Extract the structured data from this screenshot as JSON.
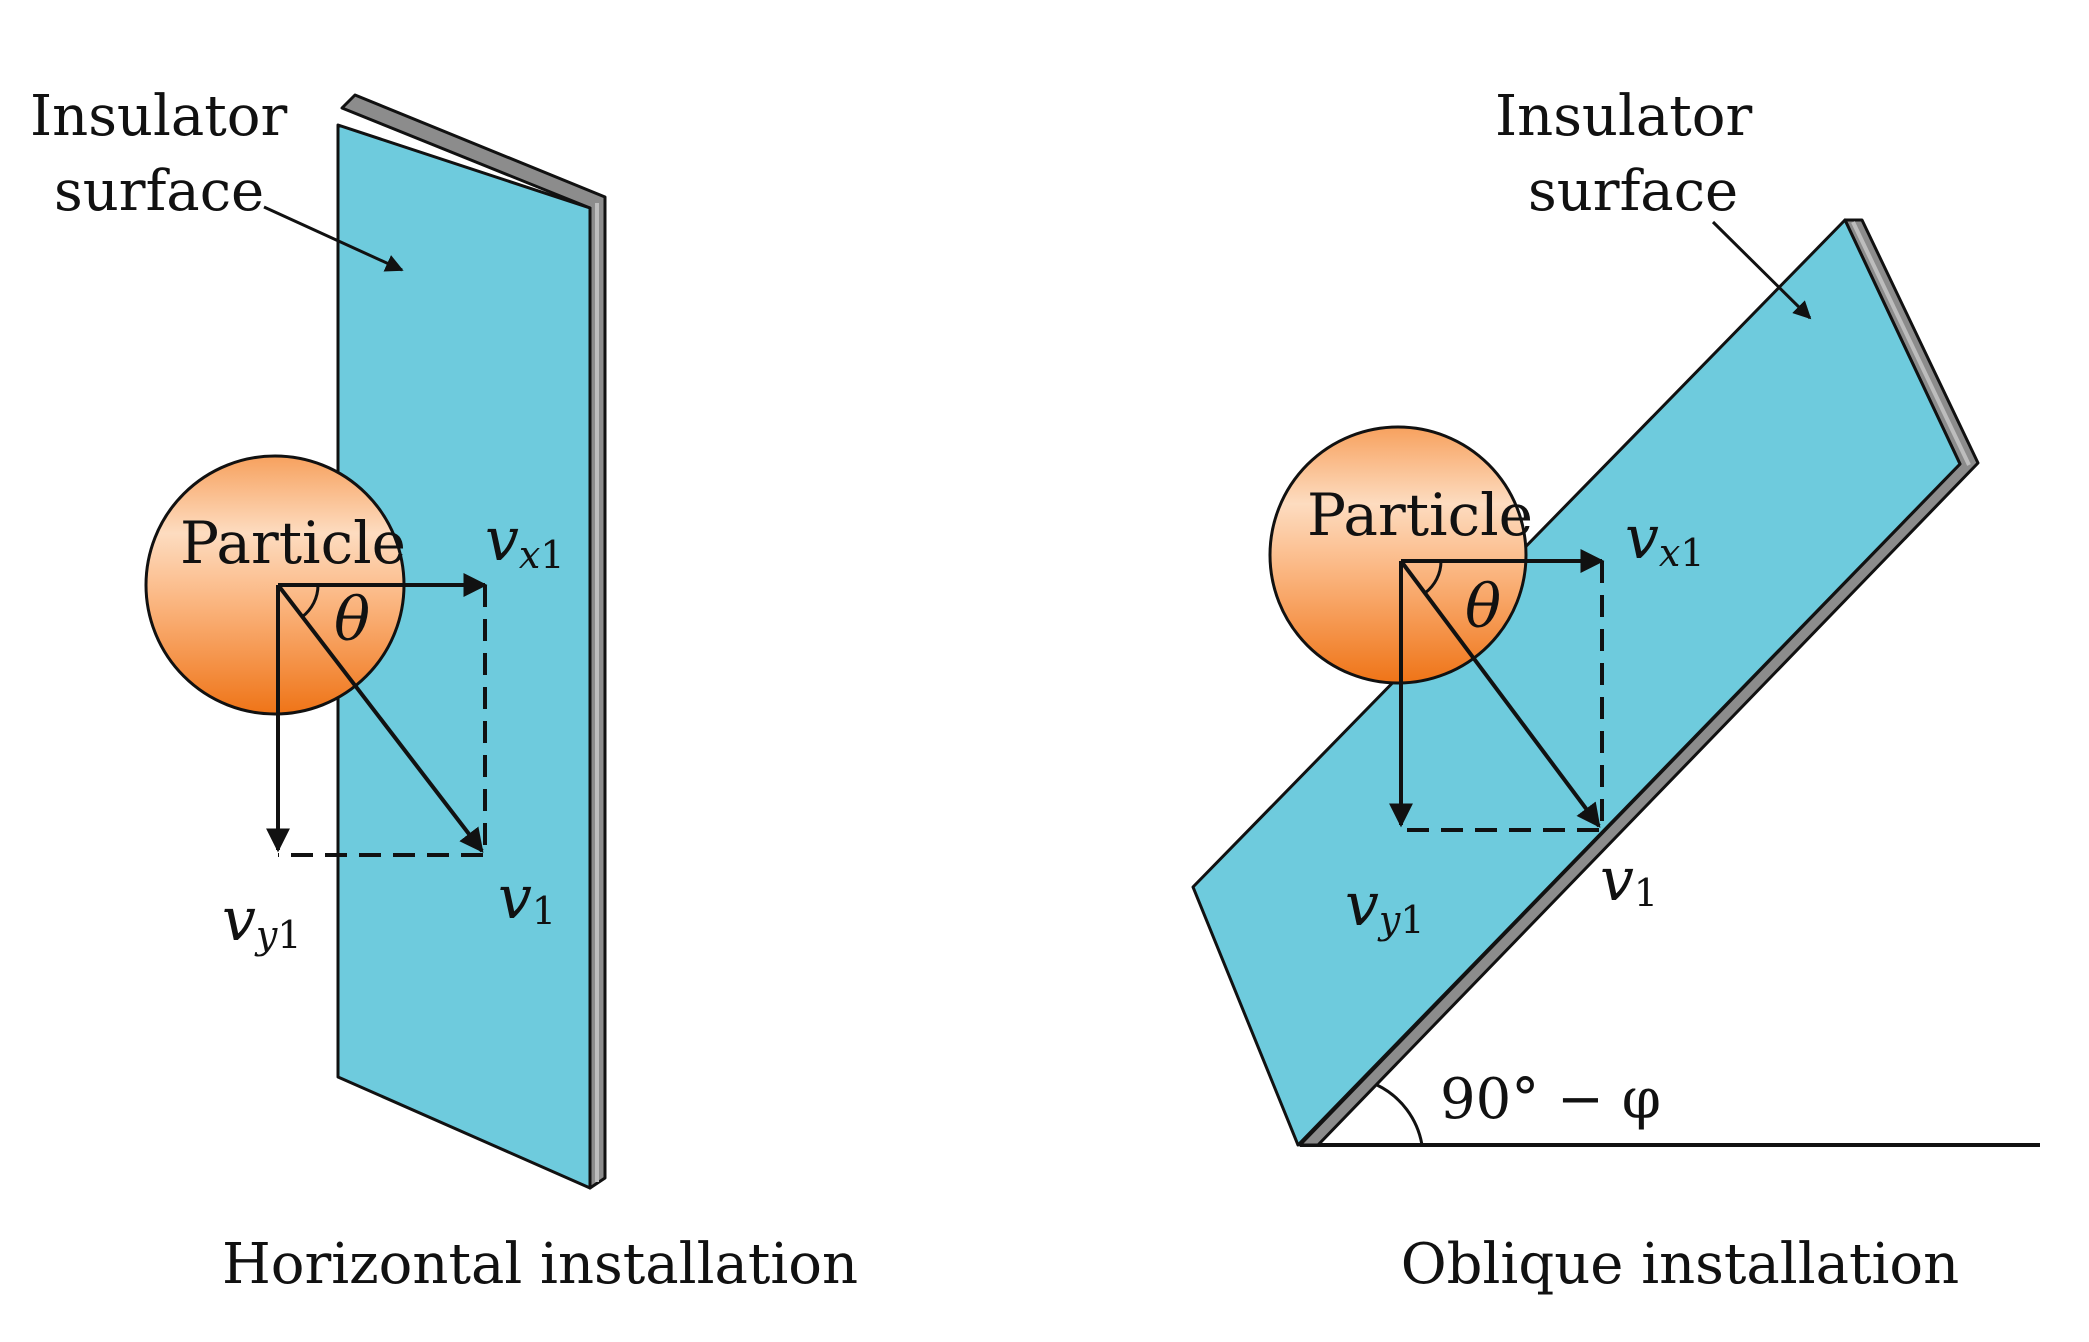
{
  "left_panel": {
    "surface_label_line1": "Insulator",
    "surface_label_line2": "surface",
    "particle_label": "Particle",
    "theta_label": "θ",
    "vx_main": "v",
    "vx_sub_letter": "x",
    "vx_sub_num": "1",
    "vy_main": "v",
    "vy_sub_letter": "y",
    "vy_sub_num": "1",
    "v1_main": "v",
    "v1_sub": "1",
    "caption": "Horizontal installation"
  },
  "right_panel": {
    "surface_label_line1": "Insulator",
    "surface_label_line2": "surface",
    "particle_label": "Particle",
    "theta_label": "θ",
    "vx_main": "v",
    "vx_sub_letter": "x",
    "vx_sub_num": "1",
    "vy_main": "v",
    "vy_sub_letter": "y",
    "vy_sub_num": "1",
    "v1_main": "v",
    "v1_sub": "1",
    "angle_label": "90° − φ",
    "caption": "Oblique installation"
  },
  "colors": {
    "panel_fill": "#6ecbdd",
    "panel_edge": "#8c8c8c",
    "particle_light": "#fddcc0",
    "particle_dark": "#f07a1e",
    "stroke": "#111111"
  }
}
